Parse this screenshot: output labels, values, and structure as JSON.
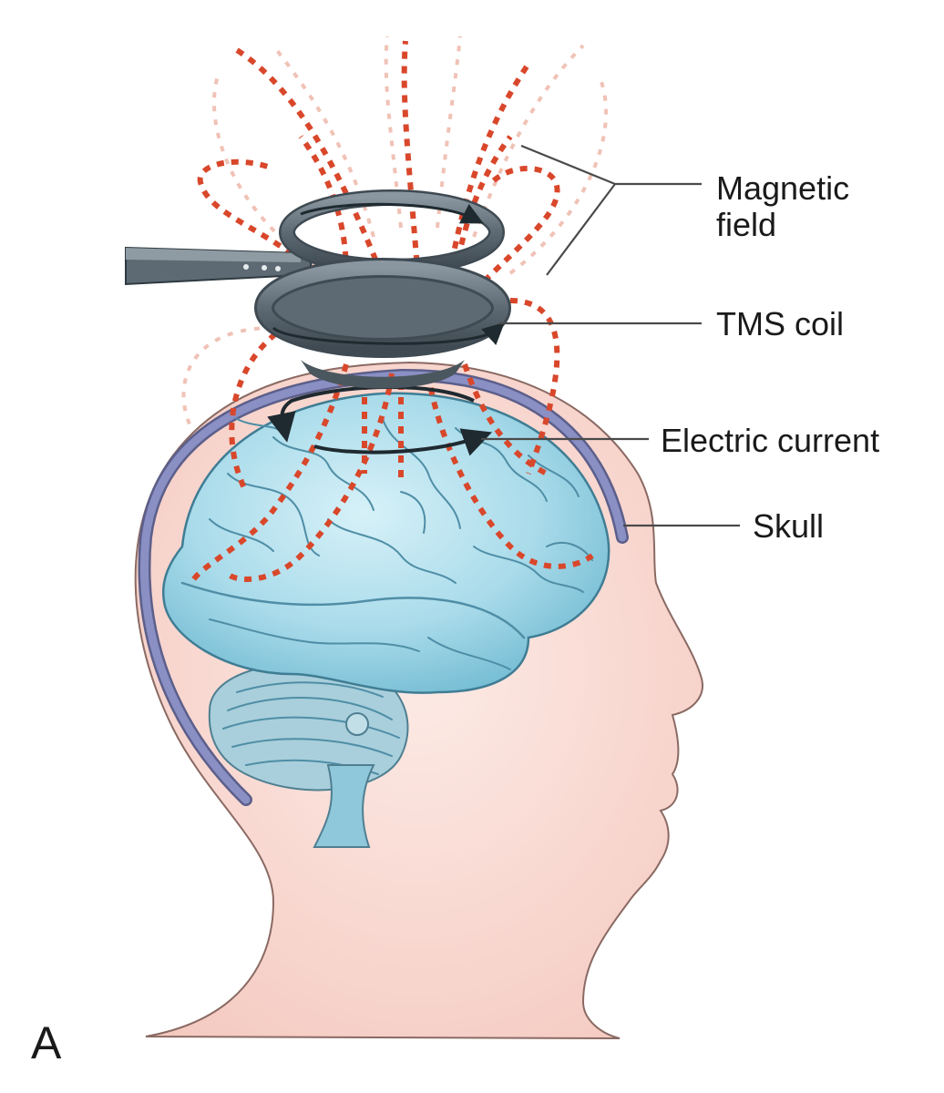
{
  "labels": {
    "magnetic_line1": "Magnetic",
    "magnetic_line2": "field",
    "tms_coil": "TMS coil",
    "electric_current": "Electric current",
    "skull": "Skull",
    "panel": "A"
  },
  "colors": {
    "skin": "#f7d6cf",
    "skin_outline": "#8a6a63",
    "brain": "#a9dbea",
    "skull": "#8a8fc4",
    "field_lines": "#d9472b",
    "coil": "#5d6a73"
  }
}
